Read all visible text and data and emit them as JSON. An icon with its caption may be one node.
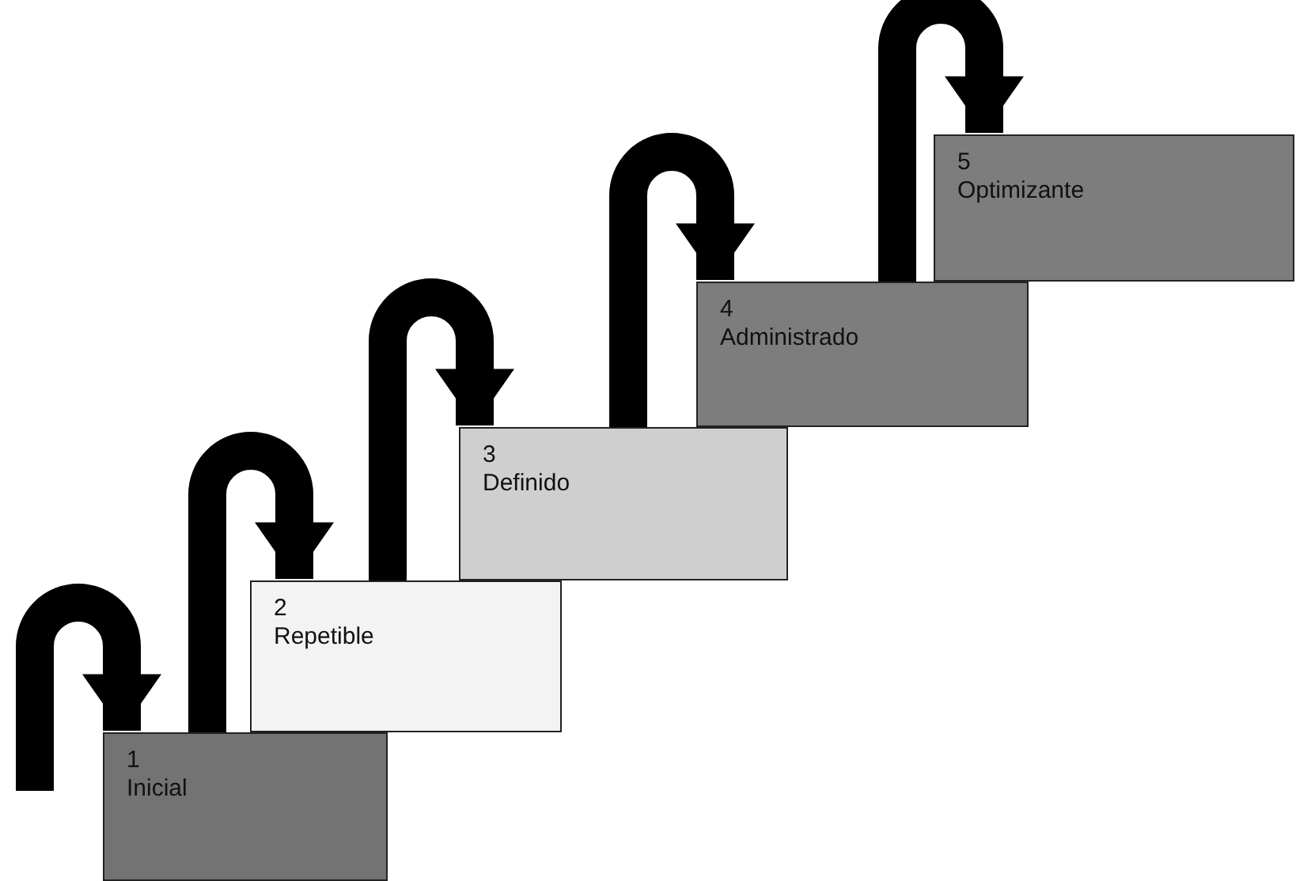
{
  "diagram": {
    "nodes": [
      {
        "text": [
          "1",
          "Inicial"
        ]
      },
      {
        "text": [
          "2",
          "Repetible"
        ]
      },
      {
        "text": [
          "3",
          "Definido"
        ]
      },
      {
        "text": [
          "4",
          "Administrado"
        ]
      },
      {
        "text": [
          "5",
          "Optimizante"
        ]
      }
    ],
    "edges": [
      {
        "from": null,
        "to": 0,
        "arrow": "to"
      },
      {
        "from": 0,
        "to": 1,
        "arrow": "to"
      },
      {
        "from": 1,
        "to": 2,
        "arrow": "to"
      },
      {
        "from": 2,
        "to": 3,
        "arrow": "to"
      },
      {
        "from": 3,
        "to": 4,
        "arrow": "to"
      }
    ]
  }
}
